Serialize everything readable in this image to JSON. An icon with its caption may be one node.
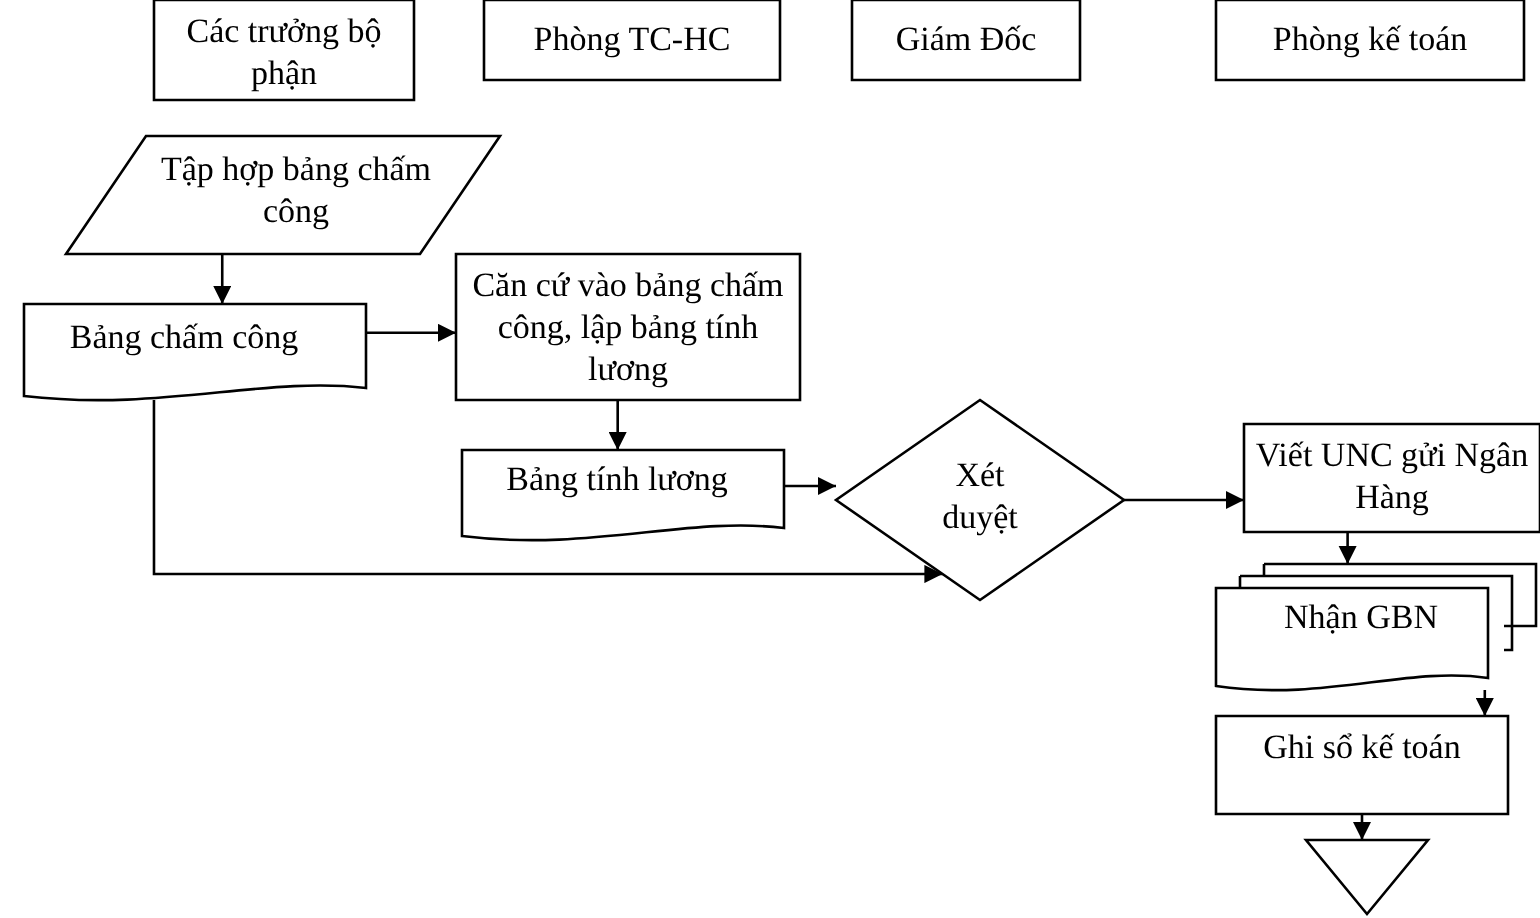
{
  "diagram": {
    "nodes": [
      {
        "text": [
          "Các trưởng bộ phận"
        ]
      },
      {
        "text": [
          "Phòng TC-HC"
        ]
      },
      {
        "text": [
          "Giám Đốc"
        ]
      },
      {
        "text": [
          "Phòng kế toán"
        ]
      },
      {
        "text": [
          "Tập hợp bảng chấm công"
        ]
      },
      {
        "text": [
          "Bảng chấm công"
        ]
      },
      {
        "text": [
          "Căn cứ vào bảng chấm công, lập bảng tính lương"
        ]
      },
      {
        "text": [
          "Bảng tính lương"
        ]
      },
      {
        "text": [
          "Xét duyệt"
        ]
      },
      {
        "text": [
          "Viết UNC gửi Ngân Hàng"
        ]
      },
      {
        "text": [
          "Nhận GBN"
        ]
      },
      {
        "text": [
          "Ghi sổ kế toán"
        ]
      },
      {
        "text": [],
        "shape": "triangle"
      }
    ],
    "edges": [
      {
        "from": 4,
        "to": 5,
        "arrow": "to"
      },
      {
        "from": 5,
        "to": 6,
        "arrow": "to"
      },
      {
        "from": 6,
        "to": 7,
        "arrow": "to"
      },
      {
        "from": 7,
        "to": 8,
        "arrow": "to"
      },
      {
        "from": 5,
        "to": 8,
        "arrow": "to"
      },
      {
        "from": 8,
        "to": 9,
        "arrow": "to"
      },
      {
        "from": 9,
        "to": 10,
        "arrow": "to"
      },
      {
        "from": 10,
        "to": 11,
        "arrow": "to"
      },
      {
        "from": 11,
        "to": 12,
        "arrow": "to"
      }
    ]
  }
}
